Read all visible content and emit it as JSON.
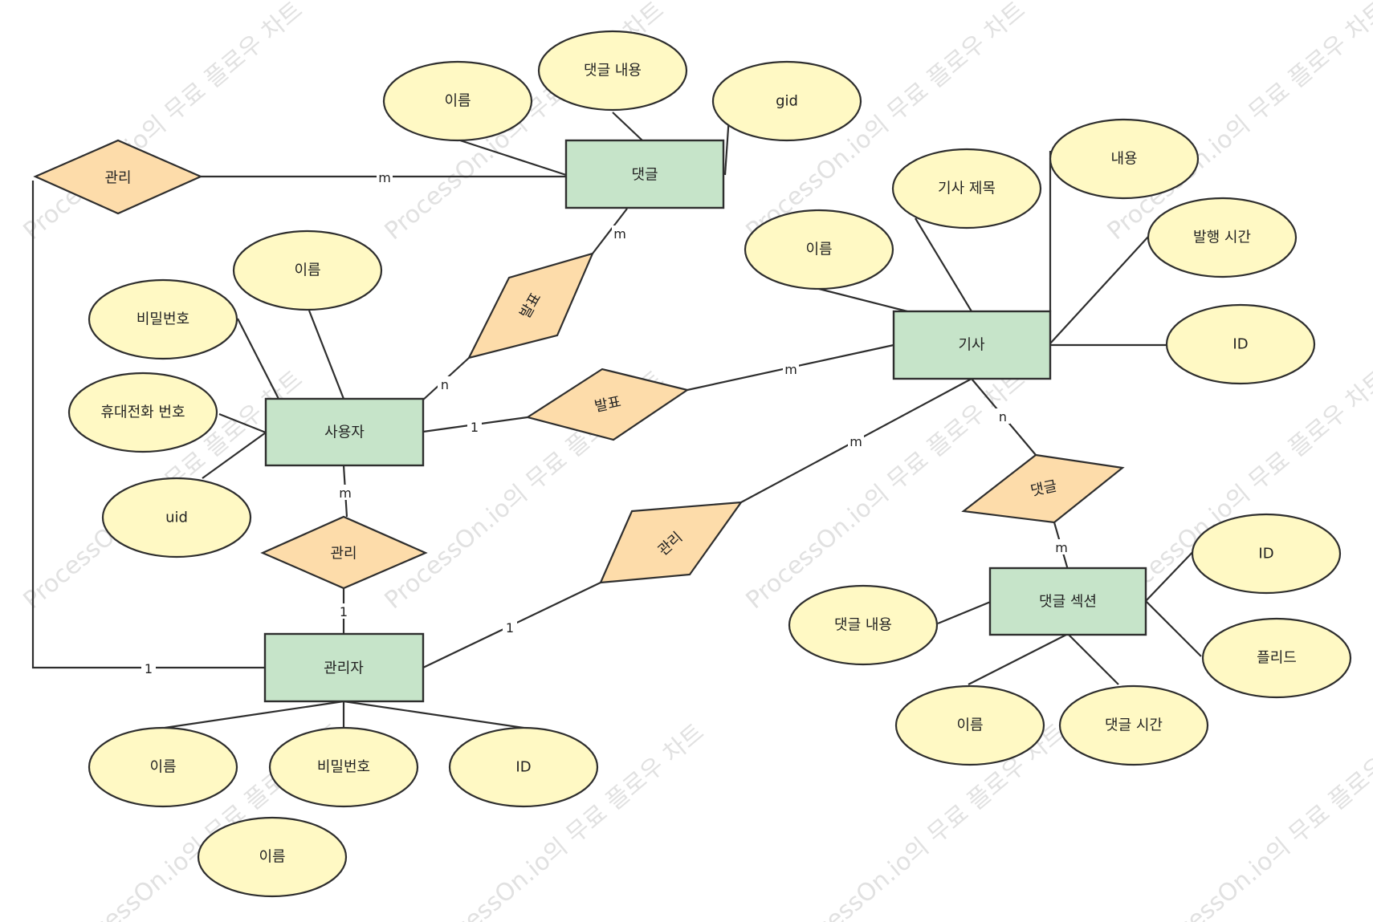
{
  "watermark": "ProcessOn.io의 무료 플로우 차트",
  "entities": {
    "comment": "댓글",
    "user": "사용자",
    "admin": "관리자",
    "article": "기사",
    "comment_section": "댓글 섹션"
  },
  "relationships": {
    "manage_comment": "관리",
    "publish_comment": "발표",
    "publish_article": "발표",
    "manage_user": "관리",
    "manage_article": "관리",
    "article_comment": "댓글"
  },
  "attributes": {
    "comment_name": "이름",
    "comment_content": "댓글 내용",
    "comment_gid": "gid",
    "user_password": "비밀번호",
    "user_name": "이름",
    "user_phone": "휴대전화 번호",
    "user_uid": "uid",
    "admin_name": "이름",
    "admin_password": "비밀번호",
    "admin_id": "ID",
    "admin_name2": "이름",
    "article_name": "이름",
    "article_title": "기사 제목",
    "article_content": "내용",
    "article_time": "발행 시간",
    "article_id": "ID",
    "section_content": "댓글 내용",
    "section_id": "ID",
    "section_field": "플리드",
    "section_name": "이름",
    "section_time": "댓글 시간"
  },
  "cardinalities": {
    "manage_comment_m": "m",
    "manage_comment_1": "1",
    "publish_comment_m": "m",
    "publish_comment_n": "n",
    "publish_article_1": "1",
    "publish_article_m": "m",
    "manage_user_m": "m",
    "manage_user_1": "1",
    "manage_article_m": "m",
    "manage_article_1": "1",
    "article_comment_n": "n",
    "article_comment_m": "m"
  },
  "colors": {
    "entity_fill": "#c6e4c9",
    "attribute_fill": "#fff9c4",
    "relationship_fill": "#fddcaa",
    "line": "#2e2e2e"
  }
}
